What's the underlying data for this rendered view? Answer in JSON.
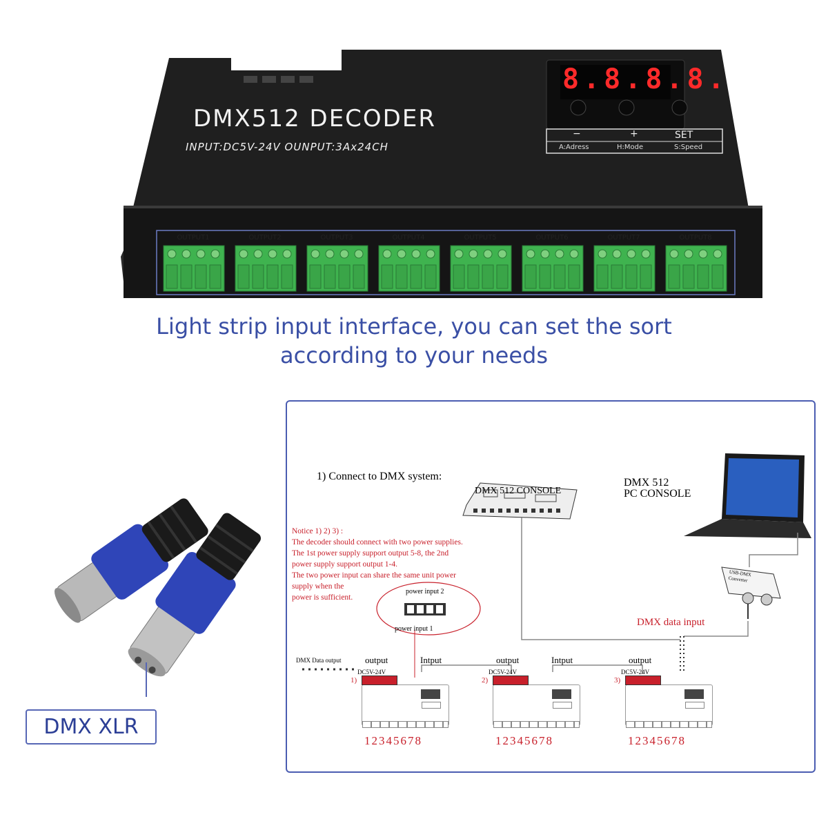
{
  "device": {
    "title": "DMX512 DECODER",
    "spec": "INPUT:DC5V-24V  OUNPUT:3Ax24CH",
    "display": "8.8.8.8.",
    "buttons": {
      "minus": "−",
      "plus": "+",
      "set": "SET",
      "minus_sub": "A:Adress",
      "plus_sub": "H:Mode",
      "set_sub": "S:Speed"
    },
    "outputs": [
      "OUTPUT1",
      "OUTPUT2",
      "OUTPUT3",
      "OUTPUT4",
      "OUTPUT5",
      "OUTPUT6",
      "OUTPUT7",
      "OUTPUT8"
    ],
    "colors": {
      "body": "#232323",
      "terminal": "#3fb34f",
      "display": "#ff2a2a"
    }
  },
  "caption": {
    "line1": "Light strip input interface, you can set the sort",
    "line2": "according to your needs",
    "color": "#3a4fa5"
  },
  "xlr": {
    "label": "DMX XLR",
    "connector_color": "#2f45b8"
  },
  "diagram": {
    "heading": "1) Connect to DMX system:",
    "console_label": "DMX 512 CONSOLE",
    "pc_console_line1": "DMX 512",
    "pc_console_line2": "PC CONSOLE",
    "converter_line1": "USB-DMX",
    "converter_line2": "Converter",
    "notice": [
      "Notice 1) 2) 3) :",
      "The decoder should connect with two power supplies.",
      "The 1st power supply support output 5-8, the 2nd",
      "power supply support output 1-4.",
      "The two power input can share the same unit power",
      "supply when the",
      "power is sufficient."
    ],
    "power_input_2": "power input  2",
    "power_input_1": "power input 1",
    "dmx_data_input": "DMX data input",
    "dmx_data_output": "DMX Data output",
    "units": [
      {
        "num": "1)",
        "output": "output",
        "input": "Intput",
        "voltage": "DC5V-24V",
        "channels": "12345678"
      },
      {
        "num": "2)",
        "output": "output",
        "input": "Intput",
        "voltage": "DC5V-24V",
        "channels": "12345678"
      },
      {
        "num": "3)",
        "output": "output",
        "input": "",
        "voltage": "DC5V-24V",
        "channels": "12345678"
      }
    ]
  }
}
